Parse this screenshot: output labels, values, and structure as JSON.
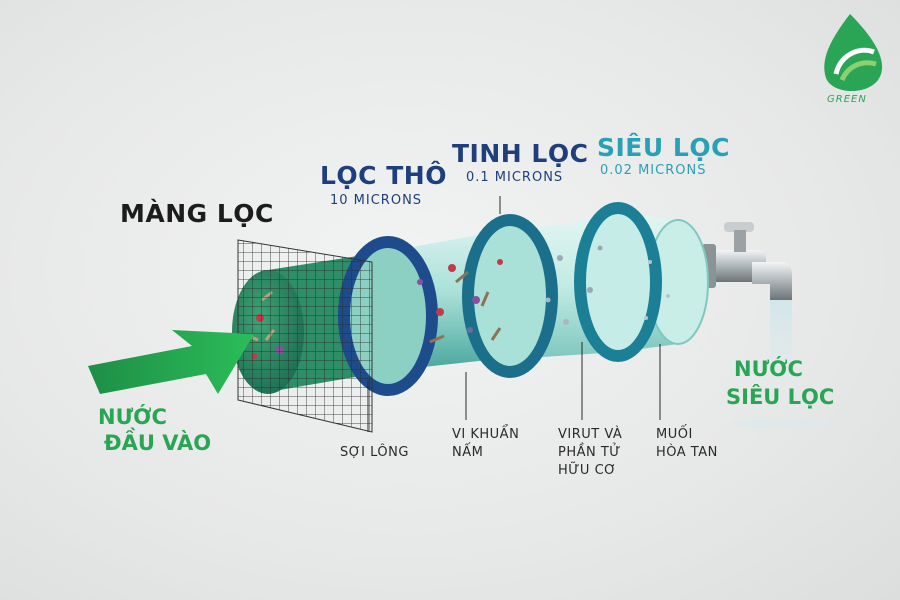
{
  "logo": {
    "text": "GREEN",
    "color": "#2aa555"
  },
  "stages": {
    "mesh": {
      "title": "MÀNG LỌC"
    },
    "coarse": {
      "title": "LỌC THÔ",
      "subtitle": "10 MICRONS"
    },
    "fine": {
      "title": "TINH LỌC",
      "subtitle": "0.1 MICRONS"
    },
    "ultra": {
      "title": "SIÊU LỌC",
      "subtitle": "0.02 MICRONS"
    }
  },
  "inputs": {
    "line1": "NƯỚC",
    "line2": "ĐẦU VÀO"
  },
  "output": {
    "line1": "NƯỚC",
    "line2": "SIÊU LỌC"
  },
  "removed": {
    "fibers": {
      "line1": "SỢI LÔNG"
    },
    "bacteria": {
      "line1": "VI KHUẨN",
      "line2": "NẤM"
    },
    "virus": {
      "line1": "VIRUT VÀ",
      "line2": "PHẦN TỬ",
      "line3": "HỮU CƠ"
    },
    "salts": {
      "line1": "MUỐI",
      "line2": "HÒA TAN"
    }
  },
  "colors": {
    "navy": "#1f3f7c",
    "teal": "#2aa0b5",
    "green": "#2aa555",
    "ring_navy": "#1e4b8c",
    "ring_teal": "#1b7f95"
  }
}
